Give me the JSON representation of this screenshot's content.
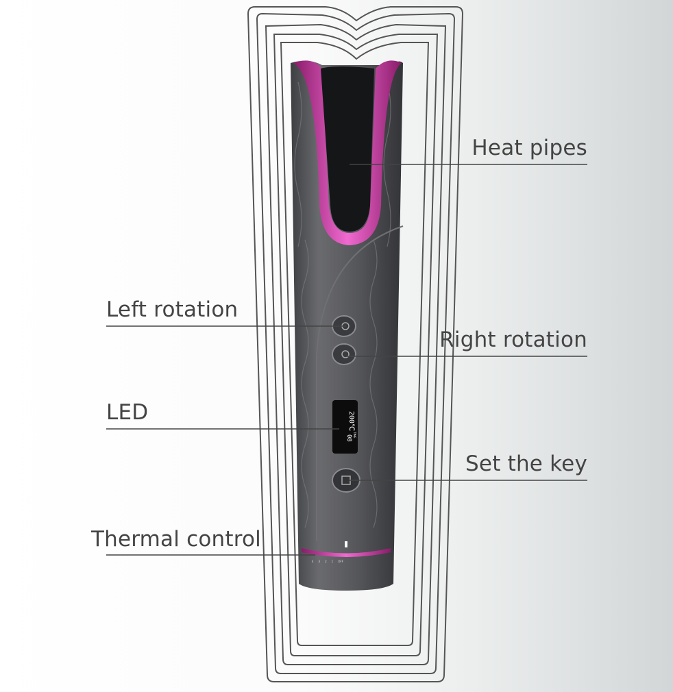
{
  "labels": {
    "heat_pipes": "Heat pipes",
    "left_rotation": "Left rotation",
    "right_rotation": "Right rotation",
    "led": "LED",
    "set_the_key": "Set the key",
    "thermal_control": "Thermal control"
  },
  "display": {
    "temperature": "200℃",
    "time_label": "TIME",
    "time_value": "08"
  },
  "dial_marks": [
    "4",
    "3",
    "2",
    "1",
    "OFF"
  ],
  "colors": {
    "body": "#5b5c5f",
    "accent": "#d63aa6",
    "outline": "#555555",
    "text": "#444444"
  }
}
